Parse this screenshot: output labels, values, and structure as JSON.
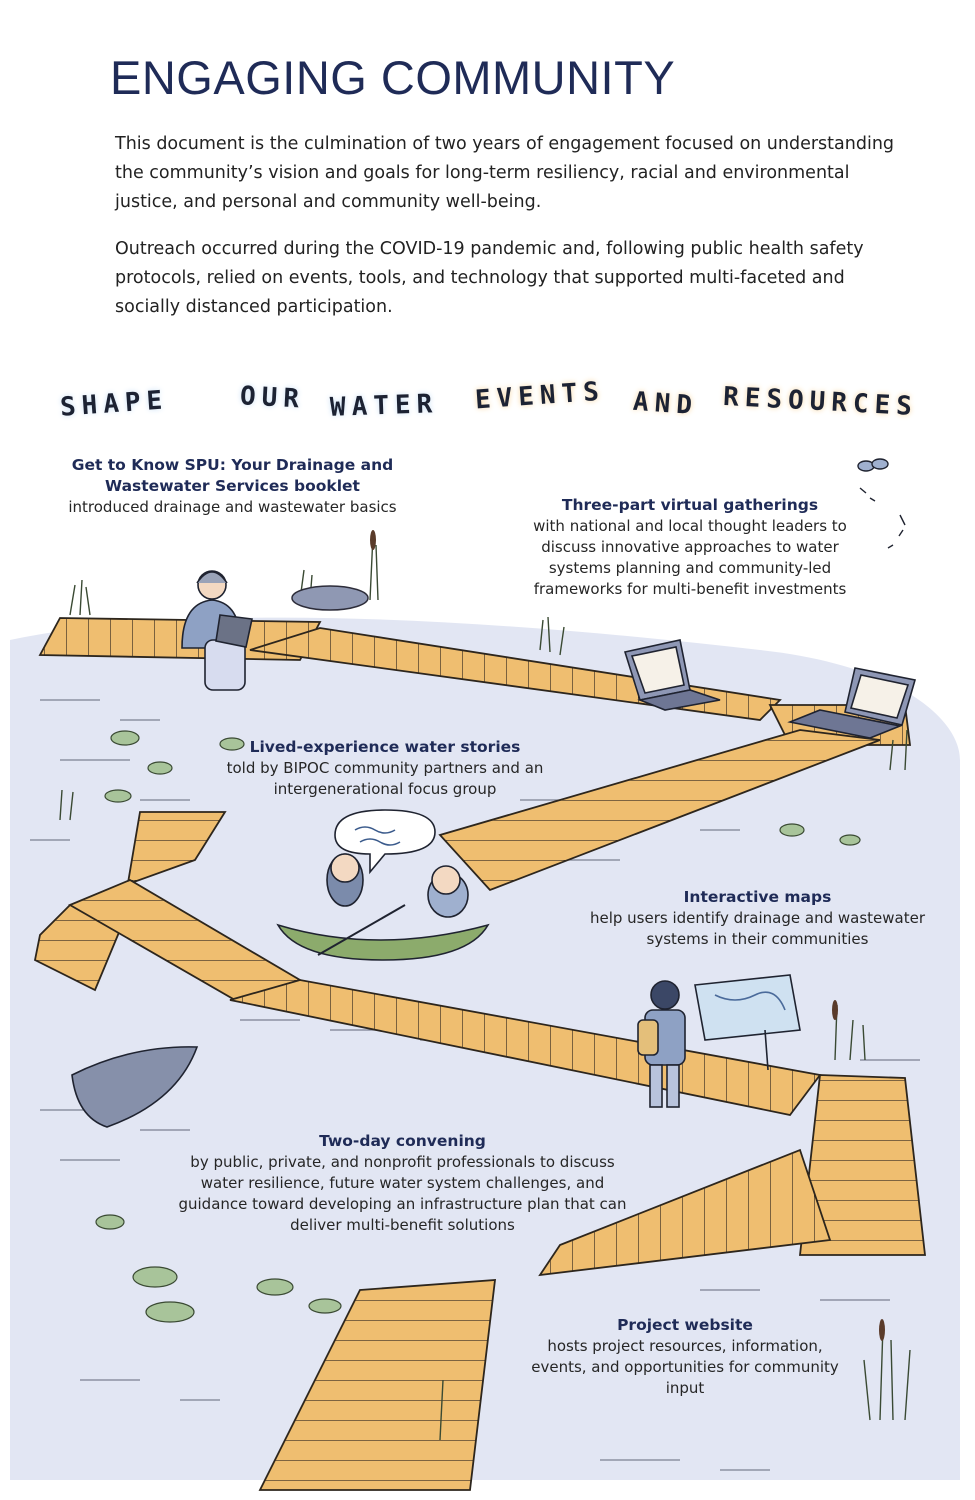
{
  "page": {
    "title": "ENGAGING COMMUNITY",
    "intro_1": "This document is the culmination of two years of engagement focused on understanding the community’s vision and goals for long-term resiliency, racial and environmental justice, and personal and community well-being.",
    "intro_2": "Outreach occurred during the COVID-19 pandemic and, following public health safety protocols, relied on events, tools, and technology that supported multi-faceted and socially distanced participation."
  },
  "banner": {
    "w1": "SHAPE",
    "w2": "OUR",
    "w3": "WATER",
    "w4": "EVENTS",
    "w5": "AND",
    "w6": "RESOURCES"
  },
  "callouts": {
    "booklet": {
      "title": "Get to Know SPU: Your Drainage and Wastewater Services booklet",
      "desc": "introduced drainage and wastewater basics"
    },
    "virtual": {
      "title": "Three-part virtual gatherings",
      "desc": "with national and local thought leaders to discuss innovative approaches to water systems planning and community-led frameworks for multi-benefit investments"
    },
    "stories": {
      "title": "Lived-experience water stories",
      "desc": "told by BIPOC community partners and an intergenerational focus group"
    },
    "maps": {
      "title": "Interactive maps",
      "desc": "help users identify drainage and wastewater systems in their communities"
    },
    "convening": {
      "title": "Two-day convening",
      "desc": "by public, private, and nonprofit professionals to discuss water resilience, future water system challenges, and guidance toward developing an infrastructure plan that can deliver multi-benefit solutions"
    },
    "website": {
      "title": "Project website",
      "desc": "hosts project resources, information, events, and opportunities for community input"
    }
  },
  "colors": {
    "title": "#1f2b57",
    "dock": "#efb968",
    "water": "#d7dcef",
    "lilypad": "#9fc08c"
  }
}
